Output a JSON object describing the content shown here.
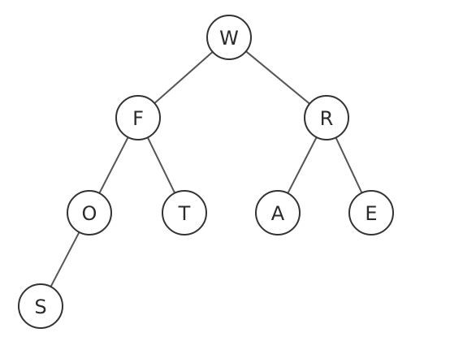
{
  "tree": {
    "nodes": [
      {
        "id": "W",
        "label": "W"
      },
      {
        "id": "F",
        "label": "F"
      },
      {
        "id": "R",
        "label": "R"
      },
      {
        "id": "O",
        "label": "O"
      },
      {
        "id": "T",
        "label": "T"
      },
      {
        "id": "A",
        "label": "A"
      },
      {
        "id": "E",
        "label": "E"
      },
      {
        "id": "S",
        "label": "S"
      }
    ],
    "edges": [
      {
        "from": "W",
        "to": "F"
      },
      {
        "from": "W",
        "to": "R"
      },
      {
        "from": "F",
        "to": "O"
      },
      {
        "from": "F",
        "to": "T"
      },
      {
        "from": "R",
        "to": "A"
      },
      {
        "from": "R",
        "to": "E"
      },
      {
        "from": "O",
        "to": "S"
      }
    ]
  }
}
